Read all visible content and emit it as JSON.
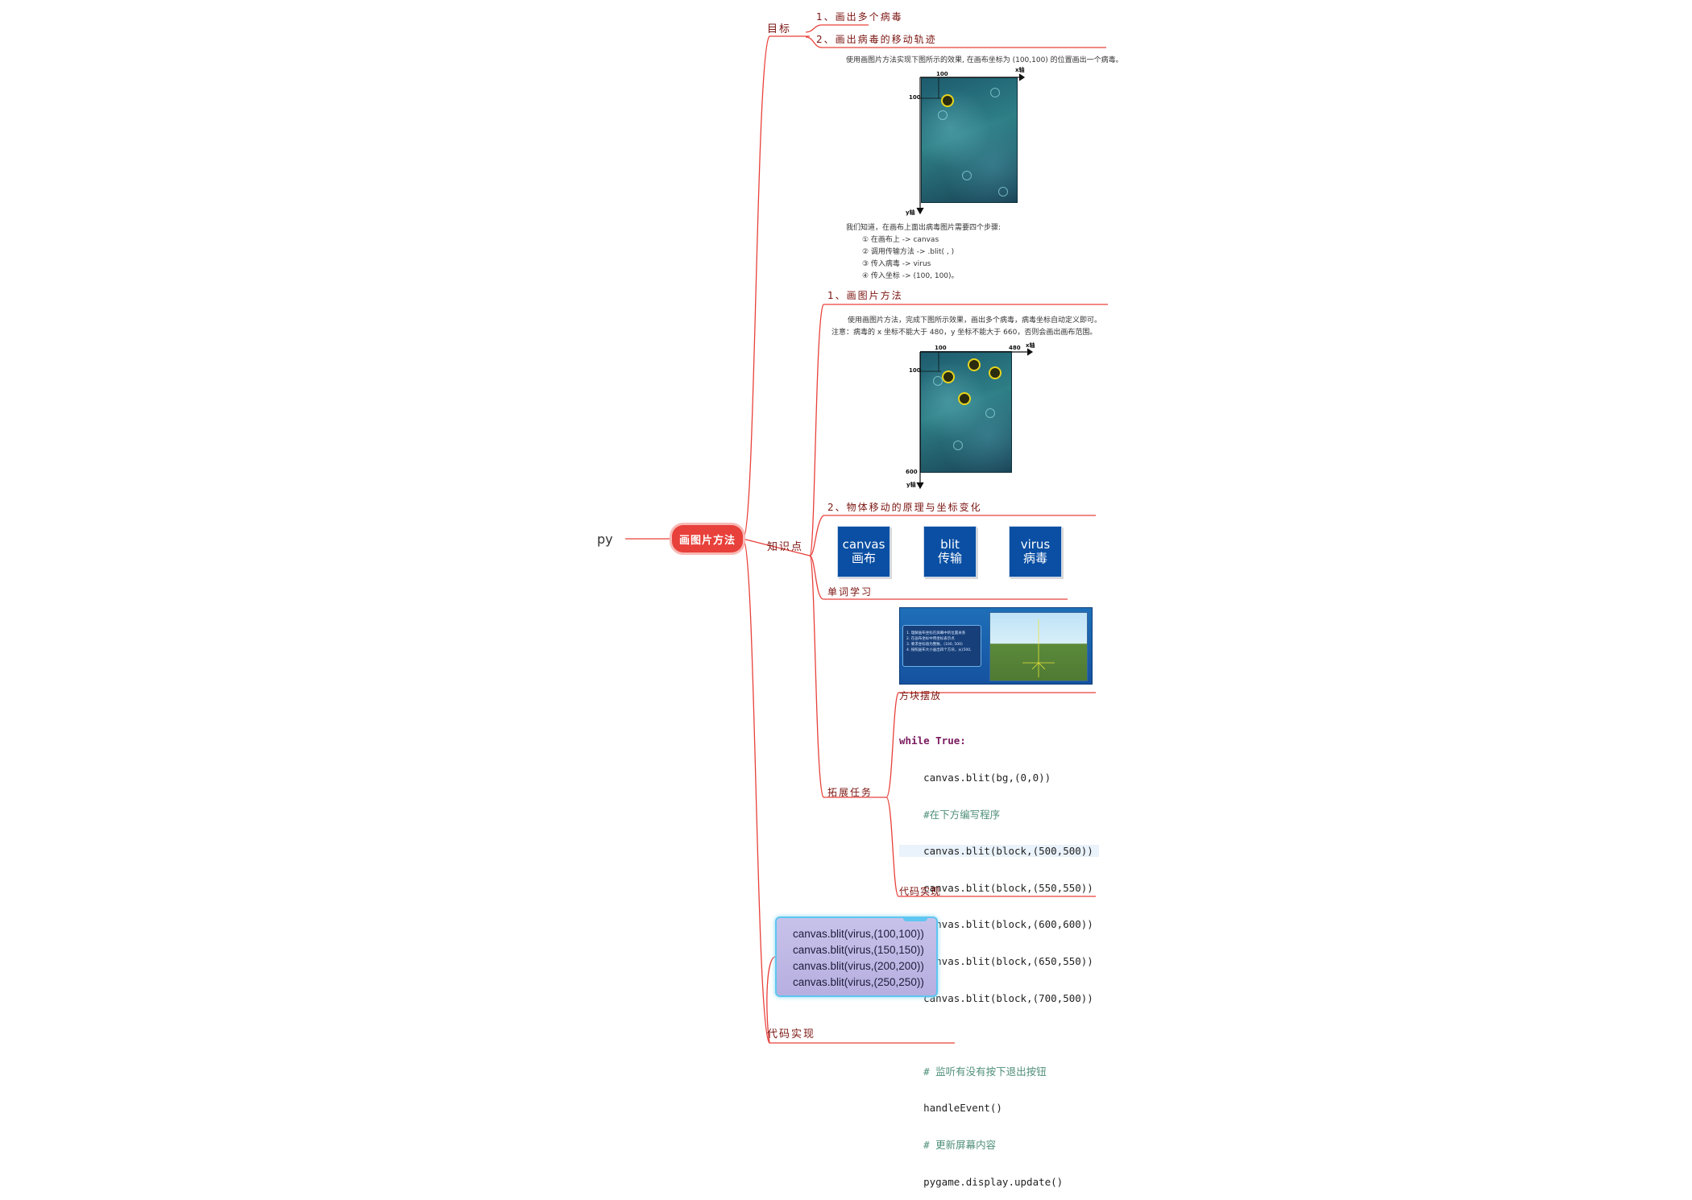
{
  "root": {
    "label": "py"
  },
  "central": {
    "label": "画图片方法"
  },
  "branches": {
    "goal": {
      "label": "目标"
    },
    "knowledge": {
      "label": "知识点"
    },
    "code": {
      "label": "代码实现"
    }
  },
  "goal_items": [
    {
      "label": "1、画出多个病毒"
    },
    {
      "label": "2、画出病毒的移动轨迹"
    }
  ],
  "goal_detail": {
    "intro": "使用画图片方法实现下图所示的效果, 在画布坐标为 (100,100) 的位置画出一个病毒。",
    "x_axis": "x轴",
    "y_axis": "y轴",
    "tick_x": "100",
    "tick_y": "100",
    "steps_intro": "我们知道，在画布上面出病毒图片需要四个步骤:",
    "steps": [
      "① 在画布上 -> canvas",
      "② 调用传输方法 -> .blit( , )",
      "③ 传入病毒 -> virus",
      "④ 传入坐标 -> (100, 100)。"
    ]
  },
  "knowledge_items": [
    {
      "label": "1、画图片方法",
      "text1": "使用画图片方法，完成下图所示效果，画出多个病毒，病毒坐标自动定义即可。",
      "text2": "注意：病毒的 x 坐标不能大于 480，y 坐标不能大于 660，否则会画出画布范围。",
      "x_axis": "x轴",
      "y_axis": "y轴",
      "tick_x1": "100",
      "tick_x2": "480",
      "tick_y1": "100",
      "tick_y2": "600"
    },
    {
      "label": "2、物体移动的原理与坐标变化"
    },
    {
      "label": "单词学习",
      "cards": [
        {
          "en": "canvas",
          "zh": "画布"
        },
        {
          "en": "blit",
          "zh": "传输"
        },
        {
          "en": "virus",
          "zh": "病毒"
        }
      ]
    },
    {
      "label": "拓展任务",
      "sub": [
        {
          "label": "方块摆放",
          "panel_lines": [
            "1. 理解画布坐标在屏幕中的位置关系",
            "2. 在画布坐标中用坐标表示点",
            "3. 要求坐标值为整数，(100, 500)",
            "4. 按照画布大小画出四个方块，从(500,"
          ]
        },
        {
          "label": "代码实现",
          "code": [
            {
              "text": "while True:",
              "kind": "kw"
            },
            {
              "text": "    canvas.blit(bg,(0,0))",
              "kind": "code"
            },
            {
              "text": "    #在下方编写程序",
              "kind": "cm"
            },
            {
              "text": "    canvas.blit(block,(500,500))",
              "kind": "hl"
            },
            {
              "text": "    canvas.blit(block,(550,550))",
              "kind": "code"
            },
            {
              "text": "    canvas.blit(block,(600,600))",
              "kind": "code"
            },
            {
              "text": "    canvas.blit(block,(650,550))",
              "kind": "code"
            },
            {
              "text": "    canvas.blit(block,(700,500))",
              "kind": "code"
            },
            {
              "text": "",
              "kind": "code"
            },
            {
              "text": "    # 监听有没有按下退出按钮",
              "kind": "cm"
            },
            {
              "text": "    handleEvent()",
              "kind": "code"
            },
            {
              "text": "    # 更新屏幕内容",
              "kind": "cm"
            },
            {
              "text": "    pygame.display.update()",
              "kind": "code"
            }
          ]
        }
      ]
    }
  ],
  "code_callout": {
    "lines": [
      "canvas.blit(virus,(100,100))",
      "canvas.blit(virus,(150,150))",
      "canvas.blit(virus,(200,200))",
      "canvas.blit(virus,(250,250))"
    ]
  },
  "colors": {
    "line": "#e8403a",
    "central_fill": "#e8403a",
    "label_text": "#7a1410",
    "card_fill": "#0a4fa3",
    "callout_border": "#5ec6f0"
  }
}
